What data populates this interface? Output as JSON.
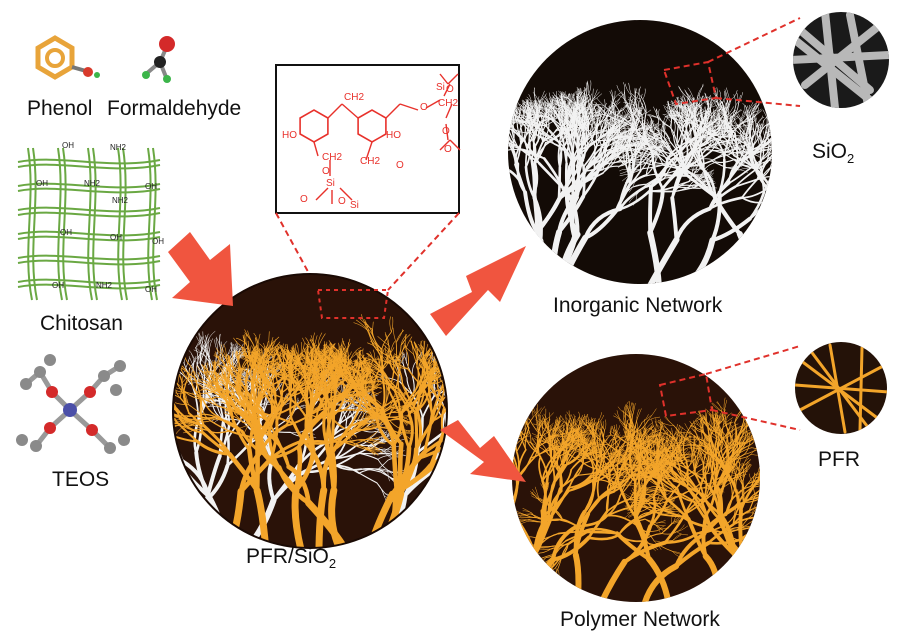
{
  "labels": {
    "phenol": "Phenol",
    "formaldehyde": "Formaldehyde",
    "chitosan": "Chitosan",
    "teos": "TEOS",
    "pfr_sio2_main": "PFR/SiO",
    "pfr_sio2_sub": "2",
    "inorganic_network": "Inorganic Network",
    "polymer_network": "Polymer Network",
    "sio2_main": "SiO",
    "sio2_sub": "2",
    "pfr": "PFR"
  },
  "chitosan_groups": [
    "OH",
    "NH2",
    "OH",
    "NH2",
    "OH",
    "NH2",
    "OH",
    "OH",
    "OH",
    "OH",
    "NH2",
    "OH"
  ],
  "structure": {
    "atoms": [
      "HO",
      "CH2",
      "CH2",
      "O",
      "O",
      "Si",
      "O",
      "O",
      "Si",
      "O",
      "HO",
      "CH2",
      "CH2",
      "O",
      "Si",
      "O",
      "O"
    ]
  },
  "colors": {
    "arrow": "#f0553f",
    "dashed": "#e0312b",
    "orange": "#f3a52a",
    "network_bg": "#2a1208",
    "white_fiber": "#f2f2f2",
    "chem": "#e8312b",
    "chitosan_green": "#6aa843"
  }
}
